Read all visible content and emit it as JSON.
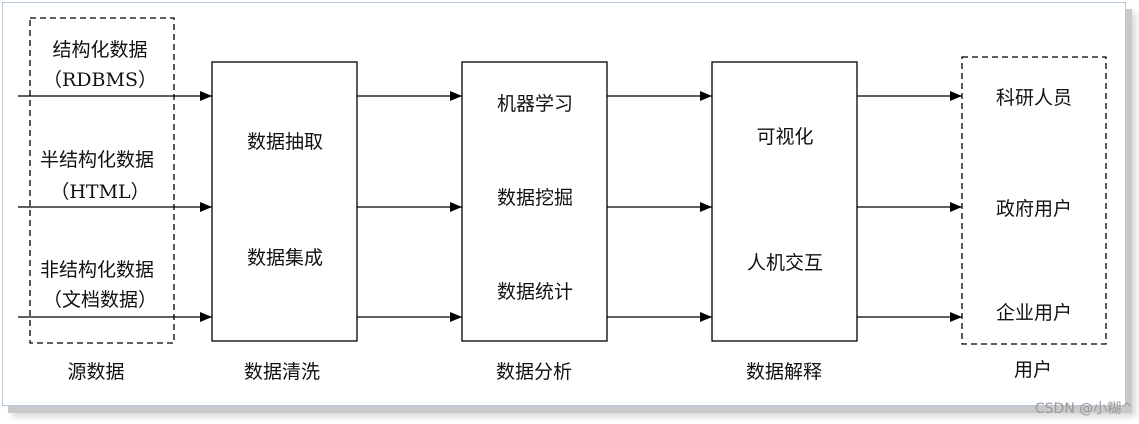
{
  "sources": {
    "label": "源数据",
    "items": [
      {
        "line1": "结构化数据",
        "line2": "（RDBMS）"
      },
      {
        "line1": "半结构化数据",
        "line2": "（HTML）"
      },
      {
        "line1": "非结构化数据",
        "line2": "（文档数据）"
      }
    ]
  },
  "cleaning": {
    "label": "数据清洗",
    "items": [
      "数据抽取",
      "数据集成"
    ]
  },
  "analysis": {
    "label": "数据分析",
    "items": [
      "机器学习",
      "数据挖掘",
      "数据统计"
    ]
  },
  "interpretation": {
    "label": "数据解释",
    "items": [
      "可视化",
      "人机交互"
    ]
  },
  "users": {
    "label": "用户",
    "items": [
      "科研人员",
      "政府用户",
      "企业用户"
    ]
  },
  "watermark": "CSDN @小糊^",
  "colors": {
    "stroke": "#000000",
    "frame_border": "#b7c9de",
    "shadow": "#c9c9c9",
    "watermark": "#9a9a9a"
  }
}
